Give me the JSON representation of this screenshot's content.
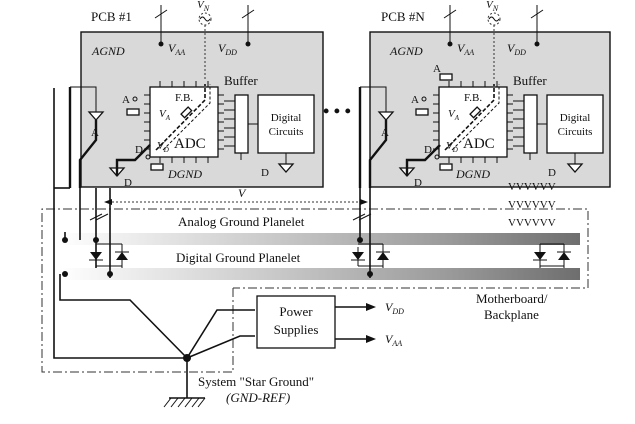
{
  "pcb1": {
    "title": "PCB #1",
    "agnd": "AGND",
    "dgnd": "DGND",
    "vaa_v": "V",
    "vaa_sub": "AA",
    "vdd_v": "V",
    "vdd_sub": "DD",
    "vn_v": "V",
    "vn_sub": "N",
    "buffer": "Buffer",
    "fb": "F.B.",
    "adc": "ADC",
    "va_v": "V",
    "va_sub": "A",
    "vd_v": "V",
    "vd_sub": "D",
    "digital_line1": "Digital",
    "digital_line2": "Circuits",
    "pin_a": "A",
    "pin_d": "D",
    "gnd_a": "A",
    "gnd_d": "D",
    "dig_gnd_d": "D"
  },
  "pcbN": {
    "title": "PCB #N",
    "agnd": "AGND",
    "dgnd": "DGND",
    "vaa_v": "V",
    "vaa_sub": "AA",
    "vdd_v": "V",
    "vdd_sub": "DD",
    "vn_v": "V",
    "vn_sub": "N",
    "buffer": "Buffer",
    "fb": "F.B.",
    "adc": "ADC",
    "va_v": "V",
    "va_sub": "A",
    "vd_v": "V",
    "vd_sub": "D",
    "digital_line1": "Digital",
    "digital_line2": "Circuits",
    "pin_a": "A",
    "pin_d": "D",
    "gnd_a": "A",
    "gnd_d": "D",
    "dig_gnd_d": "D"
  },
  "ellipsis": "• • •",
  "v_label": "V",
  "zigzag": "VVVVVV",
  "analog_planelet": "Analog Ground Planelet",
  "digital_planelet": "Digital Ground Planelet",
  "power": {
    "line1": "Power",
    "line2": "Supplies",
    "vdd_v": "V",
    "vdd_sub": "DD",
    "vaa_v": "V",
    "vaa_sub": "AA"
  },
  "motherboard_line1": "Motherboard/",
  "motherboard_line2": "Backplane",
  "star_ground_label": "System \"Star Ground\"",
  "gnd_ref_label": "(GND-REF)"
}
